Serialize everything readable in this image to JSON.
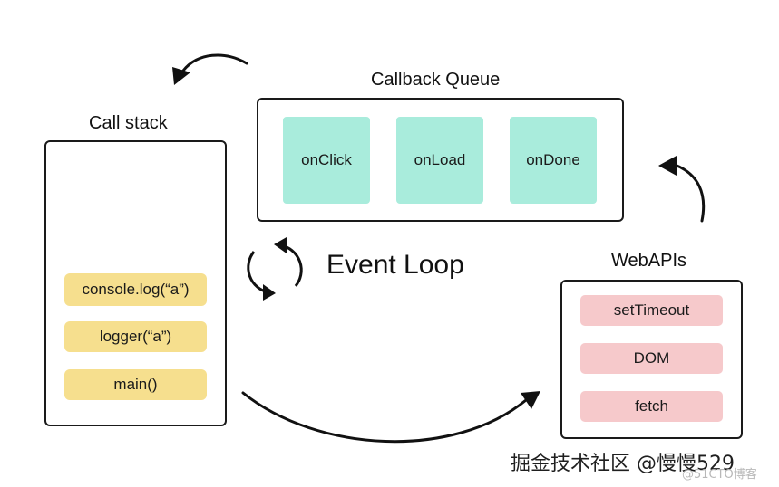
{
  "callback_queue": {
    "title": "Callback Queue",
    "items": [
      "onClick",
      "onLoad",
      "onDone"
    ]
  },
  "call_stack": {
    "title": "Call stack",
    "items": [
      "console.log(“a”)",
      "logger(“a”)",
      "main()"
    ]
  },
  "web_apis": {
    "title": "WebAPIs",
    "items": [
      "setTimeout",
      "DOM",
      "fetch"
    ]
  },
  "event_loop": {
    "label": "Event Loop"
  },
  "watermark": {
    "text": "掘金技术社区 @慢慢529",
    "subtext": "@51CTO博客"
  },
  "colors": {
    "queue_card": "#a9ecdc",
    "stack_card": "#f6df8e",
    "web_card": "#f6c9cb",
    "border": "#1a1a1a"
  }
}
